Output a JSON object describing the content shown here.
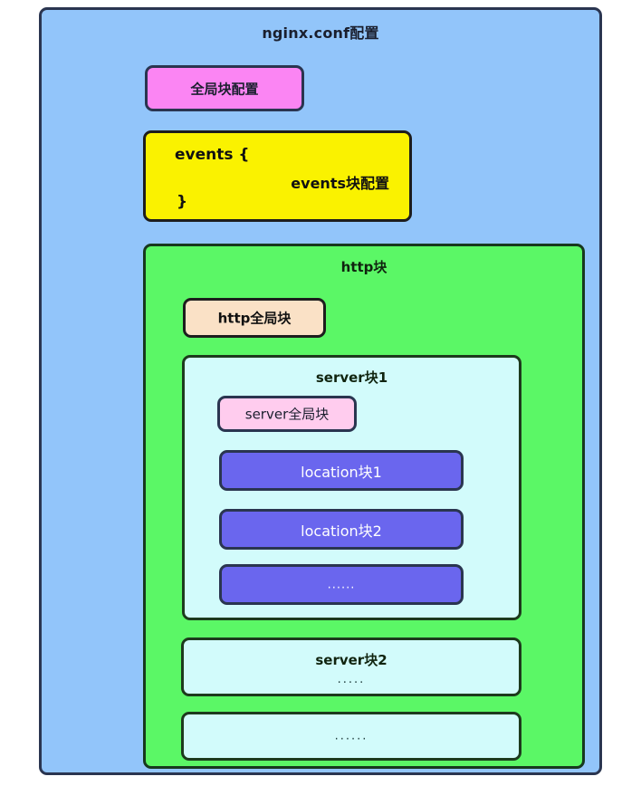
{
  "diagram": {
    "title": "nginx.conf配置",
    "colors": {
      "root_bg": "#92C5FA",
      "global_block_bg": "#FB85F3",
      "events_bg": "#FAF200",
      "http_bg": "#5BF766",
      "http_global_bg": "#FAE1C6",
      "server_bg": "#D2FBFB",
      "server_global_bg": "#FFCCEE",
      "location_bg": "#6A66EE",
      "border_navy": "#2A3550",
      "border_dark": "#1d1d1d"
    },
    "global_block": {
      "label": "全局块配置"
    },
    "events_block": {
      "open": "events {",
      "body": "events块配置",
      "close": "}"
    },
    "http_block": {
      "title": "http块",
      "http_global": {
        "label": "http全局块"
      },
      "server1": {
        "title": "server块1",
        "server_global": {
          "label": "server全局块"
        },
        "locations": [
          {
            "label": "location块1"
          },
          {
            "label": "location块2"
          },
          {
            "label": "......"
          }
        ]
      },
      "server2": {
        "title": "server块2",
        "dots": "....."
      },
      "server_more": {
        "dots": "......"
      }
    }
  }
}
